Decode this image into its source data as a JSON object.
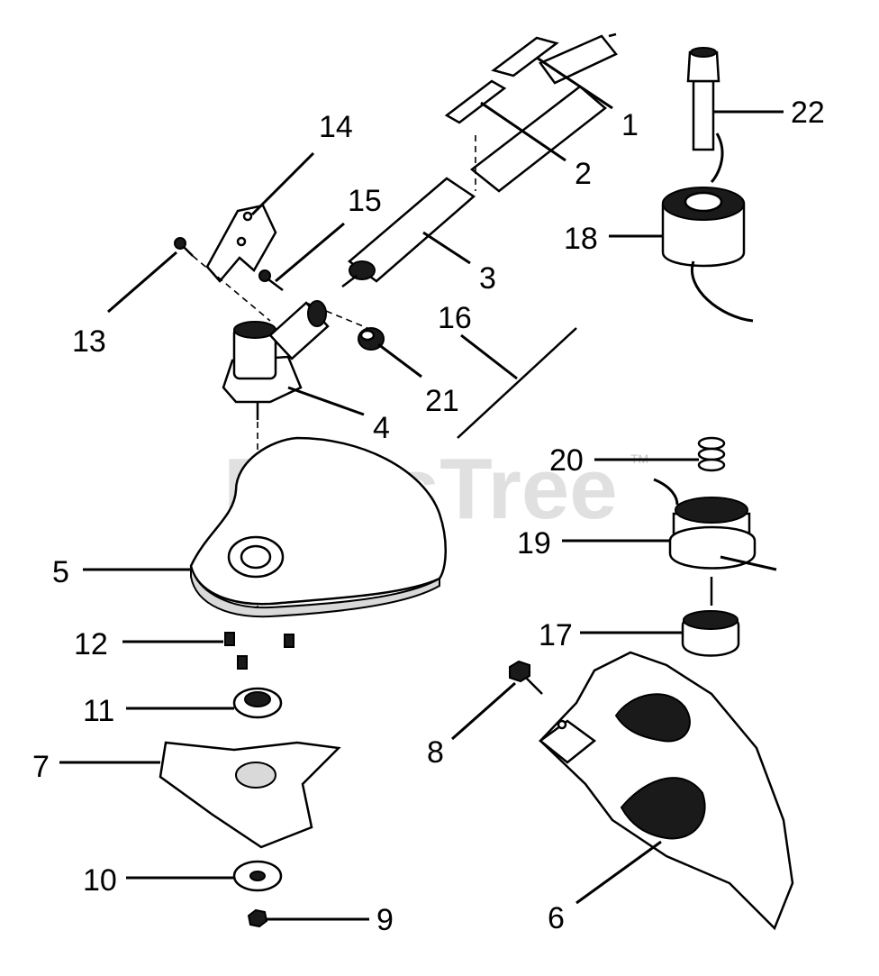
{
  "watermark": {
    "text": "PartsTree",
    "trademark": "TM"
  },
  "callouts": {
    "c1": "1",
    "c2": "2",
    "c3": "3",
    "c4": "4",
    "c5": "5",
    "c6": "6",
    "c7": "7",
    "c8": "8",
    "c9": "9",
    "c10": "10",
    "c11": "11",
    "c12": "12",
    "c13": "13",
    "c14": "14",
    "c15": "15",
    "c16": "16",
    "c17": "17",
    "c18": "18",
    "c19": "19",
    "c20": "20",
    "c21": "21",
    "c22": "22"
  }
}
